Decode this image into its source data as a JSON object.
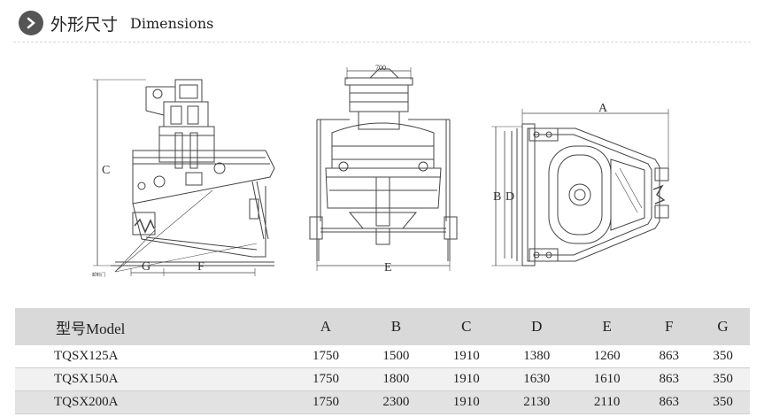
{
  "header": {
    "title_cn": "外形尺寸",
    "title_en": "Dimensions"
  },
  "drawing_labels": {
    "side": {
      "c": "C",
      "g": "G",
      "f": "F",
      "note": "卸料门"
    },
    "front": {
      "width": "700",
      "e": "E"
    },
    "top": {
      "a": "A",
      "b": "B",
      "d": "D"
    }
  },
  "table": {
    "columns": [
      "型号Model",
      "A",
      "B",
      "C",
      "D",
      "E",
      "F",
      "G"
    ],
    "rows": [
      [
        "TQSX125A",
        "1750",
        "1500",
        "1910",
        "1380",
        "1260",
        "863",
        "350"
      ],
      [
        "TQSX150A",
        "1750",
        "1800",
        "1910",
        "1630",
        "1610",
        "863",
        "350"
      ],
      [
        "TQSX200A",
        "1750",
        "2300",
        "1910",
        "2130",
        "2110",
        "863",
        "350"
      ]
    ]
  },
  "colors": {
    "header_bg": "#d9d9d9",
    "row_alt": "#f1f1f1",
    "row_last": "#e2e2e2",
    "icon_bg": "#555555"
  }
}
